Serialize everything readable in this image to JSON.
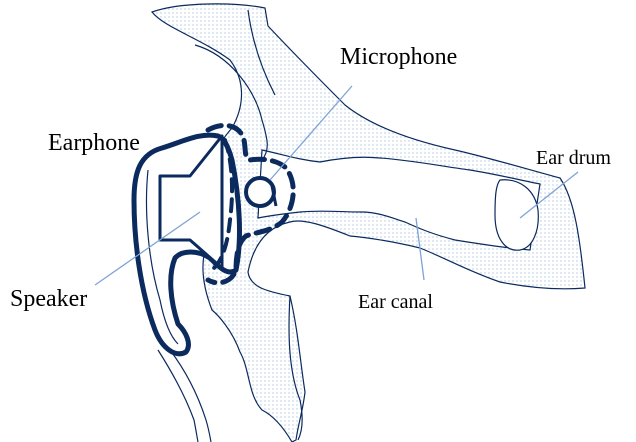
{
  "labels": {
    "microphone": "Microphone",
    "earphone": "Earphone",
    "ear_drum": "Ear drum",
    "speaker": "Speaker",
    "ear_canal": "Ear canal"
  },
  "colors": {
    "outline": "#0b2a5e",
    "leader": "#7fa3d6",
    "stipple": "#8fb0d8",
    "text": "#000000"
  }
}
